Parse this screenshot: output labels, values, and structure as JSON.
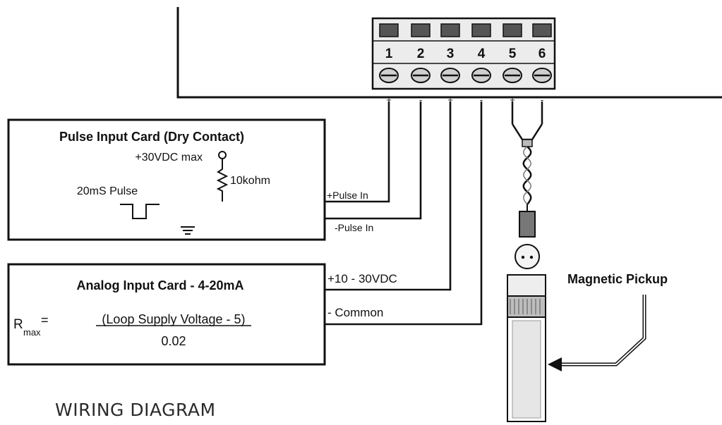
{
  "terminals": {
    "numbers": [
      "1",
      "2",
      "3",
      "4",
      "5",
      "6"
    ],
    "polarity": [
      "+",
      "-",
      "+",
      "-",
      "+",
      "-"
    ]
  },
  "pulse_card": {
    "title": "Pulse Input Card (Dry Contact)",
    "supply_label": "+30VDC max",
    "resistor_label": "10kohm",
    "pulse_label": "20mS Pulse",
    "wire_pulse_in_pos": "+Pulse In",
    "wire_pulse_in_neg": "-Pulse In"
  },
  "analog_card": {
    "title": "Analog Input Card - 4-20mA",
    "r_symbol": "R",
    "r_subscript": "max",
    "r_equals": "=",
    "numerator": "(Loop Supply Voltage - 5)",
    "denominator": "0.02",
    "wire_supply": "+10 - 30VDC",
    "wire_common": "- Common"
  },
  "pickup": {
    "label": "Magnetic Pickup"
  },
  "caption": "WIRING DIAGRAM"
}
